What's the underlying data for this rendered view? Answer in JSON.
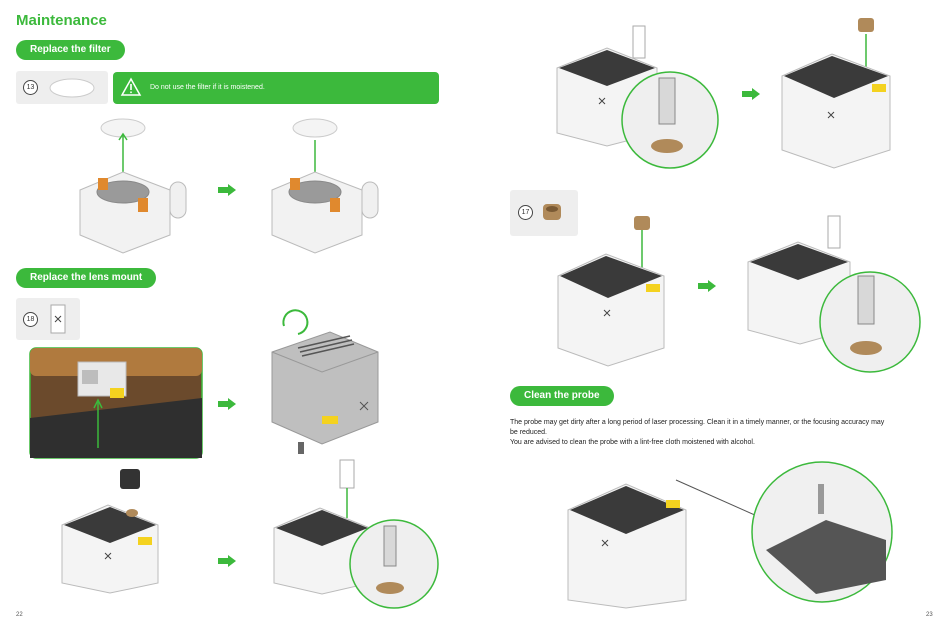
{
  "left_page": {
    "title": "Maintenance",
    "page_number": "22",
    "sections": {
      "filter": {
        "label": "Replace the filter",
        "step": "13",
        "warning": "Do not use the filter if it is moistened."
      },
      "lens": {
        "label": "Replace the lens mount",
        "step": "18"
      }
    }
  },
  "right_page": {
    "page_number": "23",
    "step": "17",
    "probe": {
      "label": "Clean the probe",
      "line1": "The probe may get dirty after a long period of laser processing. Clean it in a timely manner, or the focusing accuracy may",
      "line2": "be reduced.",
      "line3": "You are advised to clean the probe with a lint-free cloth moistened with alcohol."
    }
  },
  "colors": {
    "accent": "#3cb93c",
    "copper": "#b08a5a",
    "yellow": "#f4d21f"
  },
  "icons": [
    "warning-icon",
    "filter-icon",
    "probe-icon",
    "nut-icon",
    "arrow-right-icon",
    "rotate-icon"
  ]
}
